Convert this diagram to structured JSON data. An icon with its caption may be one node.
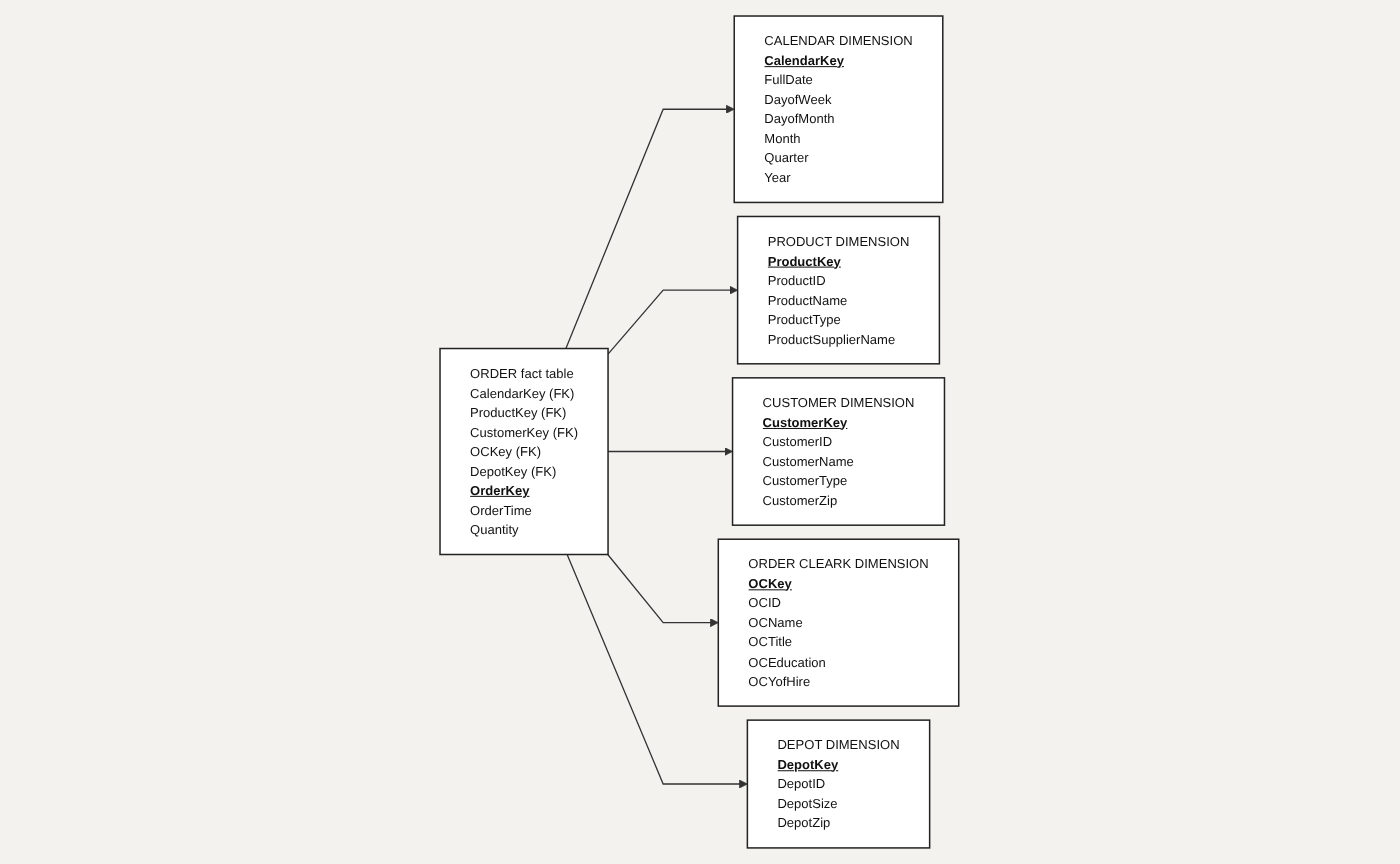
{
  "diagram": {
    "nodes": [
      {
        "text": [
          "CALENDAR DIMENSION",
          "CalendarKey",
          "FullDate",
          "DayofWeek",
          "DayofMonth",
          "Month",
          "Quarter",
          "Year"
        ]
      },
      {
        "text": [
          "PRODUCT DIMENSION",
          "ProductKey",
          "ProductID",
          "ProductName",
          "ProductType",
          "ProductSupplierName"
        ]
      },
      {
        "text": [
          "ORDER fact table",
          "CalendarKey (FK)",
          "ProductKey (FK)",
          "CustomerKey (FK)",
          "OCKey (FK)",
          "DepotKey (FK)",
          "OrderKey",
          "OrderTime",
          "Quantity"
        ]
      },
      {
        "text": [
          "CUSTOMER DIMENSION",
          "CustomerKey",
          "CustomerID",
          "CustomerName",
          "CustomerType",
          "CustomerZip"
        ]
      },
      {
        "text": [
          "ORDER CLEARK DIMENSION",
          "OCKey",
          "OCID",
          "OCName",
          "OCTitle",
          "OCEducation",
          "OCYofHire"
        ]
      },
      {
        "text": [
          "DEPOT DIMENSION",
          "DepotKey",
          "DepotID",
          "DepotSize",
          "DepotZip"
        ]
      }
    ],
    "edges": [
      {
        "from": 2,
        "to": 0,
        "arrow": "to"
      },
      {
        "from": 2,
        "to": 1,
        "arrow": "to"
      },
      {
        "from": 2,
        "to": 3,
        "arrow": "to"
      },
      {
        "from": 2,
        "to": 4,
        "arrow": "to"
      },
      {
        "from": 2,
        "to": 5,
        "arrow": "to"
      }
    ]
  }
}
